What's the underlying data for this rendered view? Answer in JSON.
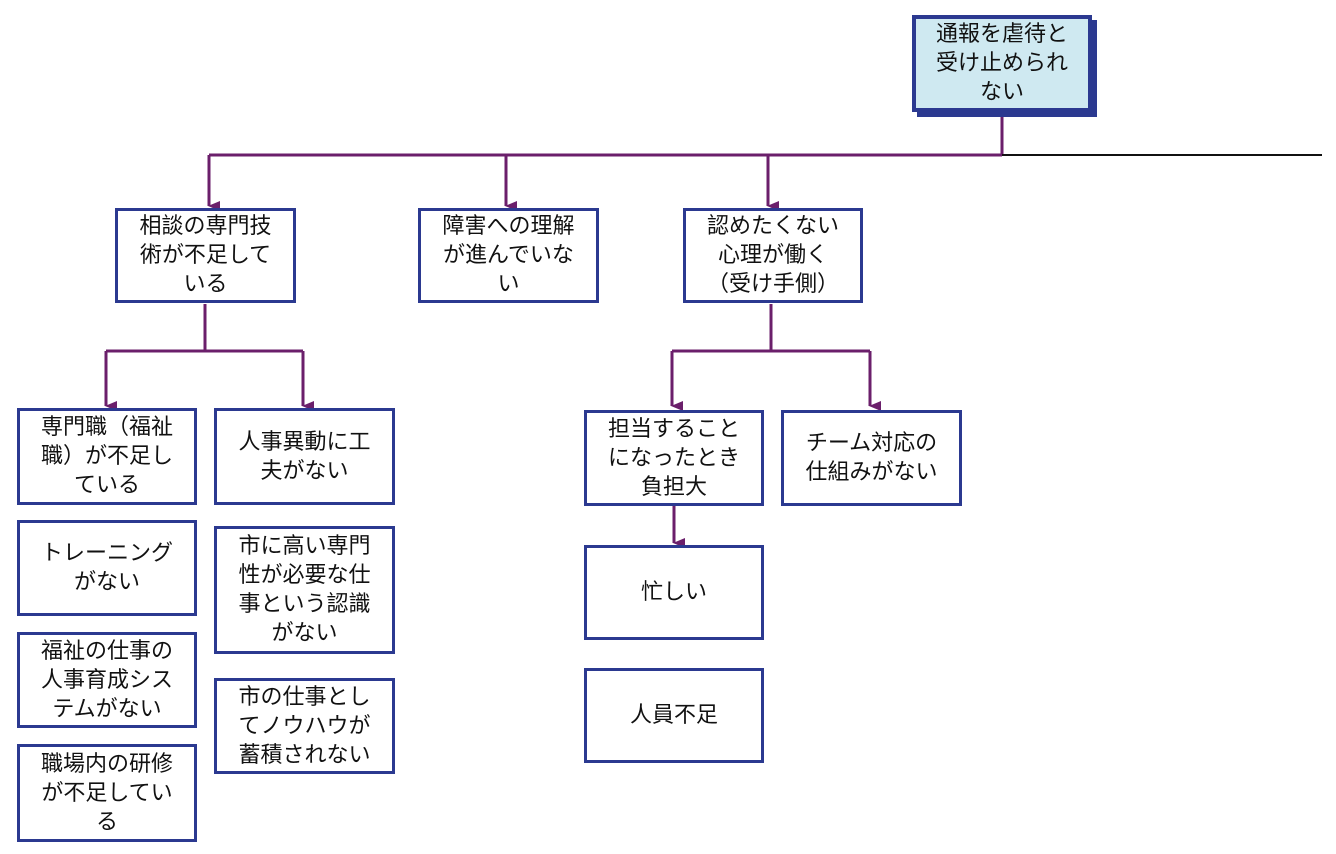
{
  "colors": {
    "box_border": "#2b3990",
    "root_fill": "#cfe9f1",
    "connector": "#6b1f6b",
    "text": "#111111"
  },
  "root": {
    "lines": [
      "通報を虐待と",
      "受け止められ",
      "ない"
    ]
  },
  "causes": [
    {
      "lines": [
        "相談の専門技",
        "術が不足して",
        "いる"
      ]
    },
    {
      "lines": [
        "障害への理解",
        "が進んでいな",
        "い"
      ]
    },
    {
      "lines": [
        "認めたくない",
        "心理が働く",
        "（受け手側）"
      ]
    }
  ],
  "skill_branch": [
    {
      "lines": [
        "専門職（福祉",
        "職）が不足し",
        "ている"
      ]
    },
    {
      "lines": [
        "人事異動に工",
        "夫がない"
      ]
    }
  ],
  "skill_left_list": [
    {
      "lines": [
        "トレーニング",
        "がない"
      ]
    },
    {
      "lines": [
        "福祉の仕事の",
        "人事育成シス",
        "テムがない"
      ]
    },
    {
      "lines": [
        "職場内の研修",
        "が不足してい",
        "る"
      ]
    }
  ],
  "skill_right_list": [
    {
      "lines": [
        "市に高い専門",
        "性が必要な仕",
        "事という認識",
        "がない"
      ]
    },
    {
      "lines": [
        "市の仕事とし",
        "てノウハウが",
        "蓄積されない"
      ]
    }
  ],
  "psych_branch": [
    {
      "lines": [
        "担当すること",
        "になったとき",
        "負担大"
      ]
    },
    {
      "lines": [
        "チーム対応の",
        "仕組みがない"
      ]
    }
  ],
  "burden_list": [
    {
      "lines": [
        "忙しい"
      ]
    },
    {
      "lines": [
        "人員不足"
      ]
    }
  ]
}
